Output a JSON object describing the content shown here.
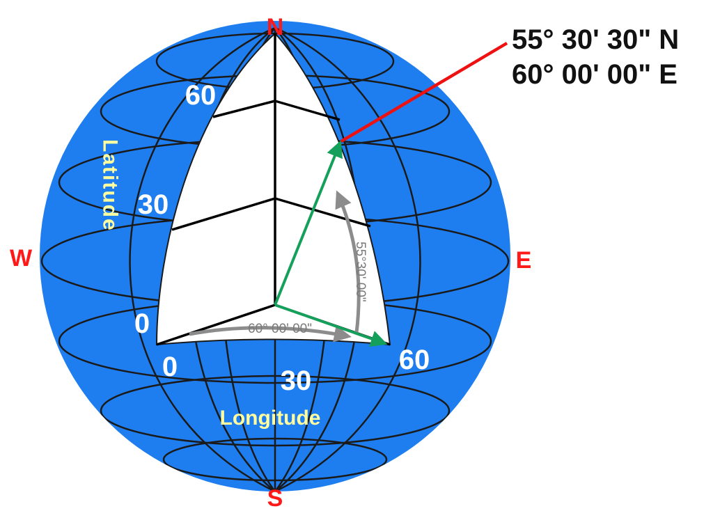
{
  "compass": {
    "north": "N",
    "south": "S",
    "east": "E",
    "west": "W"
  },
  "latitude": {
    "axis_label": "Latitude",
    "ticks": [
      "60",
      "30",
      "0"
    ]
  },
  "longitude": {
    "axis_label": "Longitude",
    "ticks": [
      "0",
      "30",
      "60"
    ]
  },
  "arcs": {
    "longitude_angle": "60° 00' 00\"",
    "latitude_angle": "55°30' 00\""
  },
  "point": {
    "lat": "55° 30' 30\" N",
    "lon": "60° 00' 00\" E"
  },
  "colors": {
    "globe_blue": "#1e7ef0",
    "vector_green": "#14a05a",
    "pointer_red": "#ee1111",
    "arc_gray": "#8c8c8c",
    "label_yellow": "#ffffa0",
    "compass_red": "#ff1a1a"
  }
}
